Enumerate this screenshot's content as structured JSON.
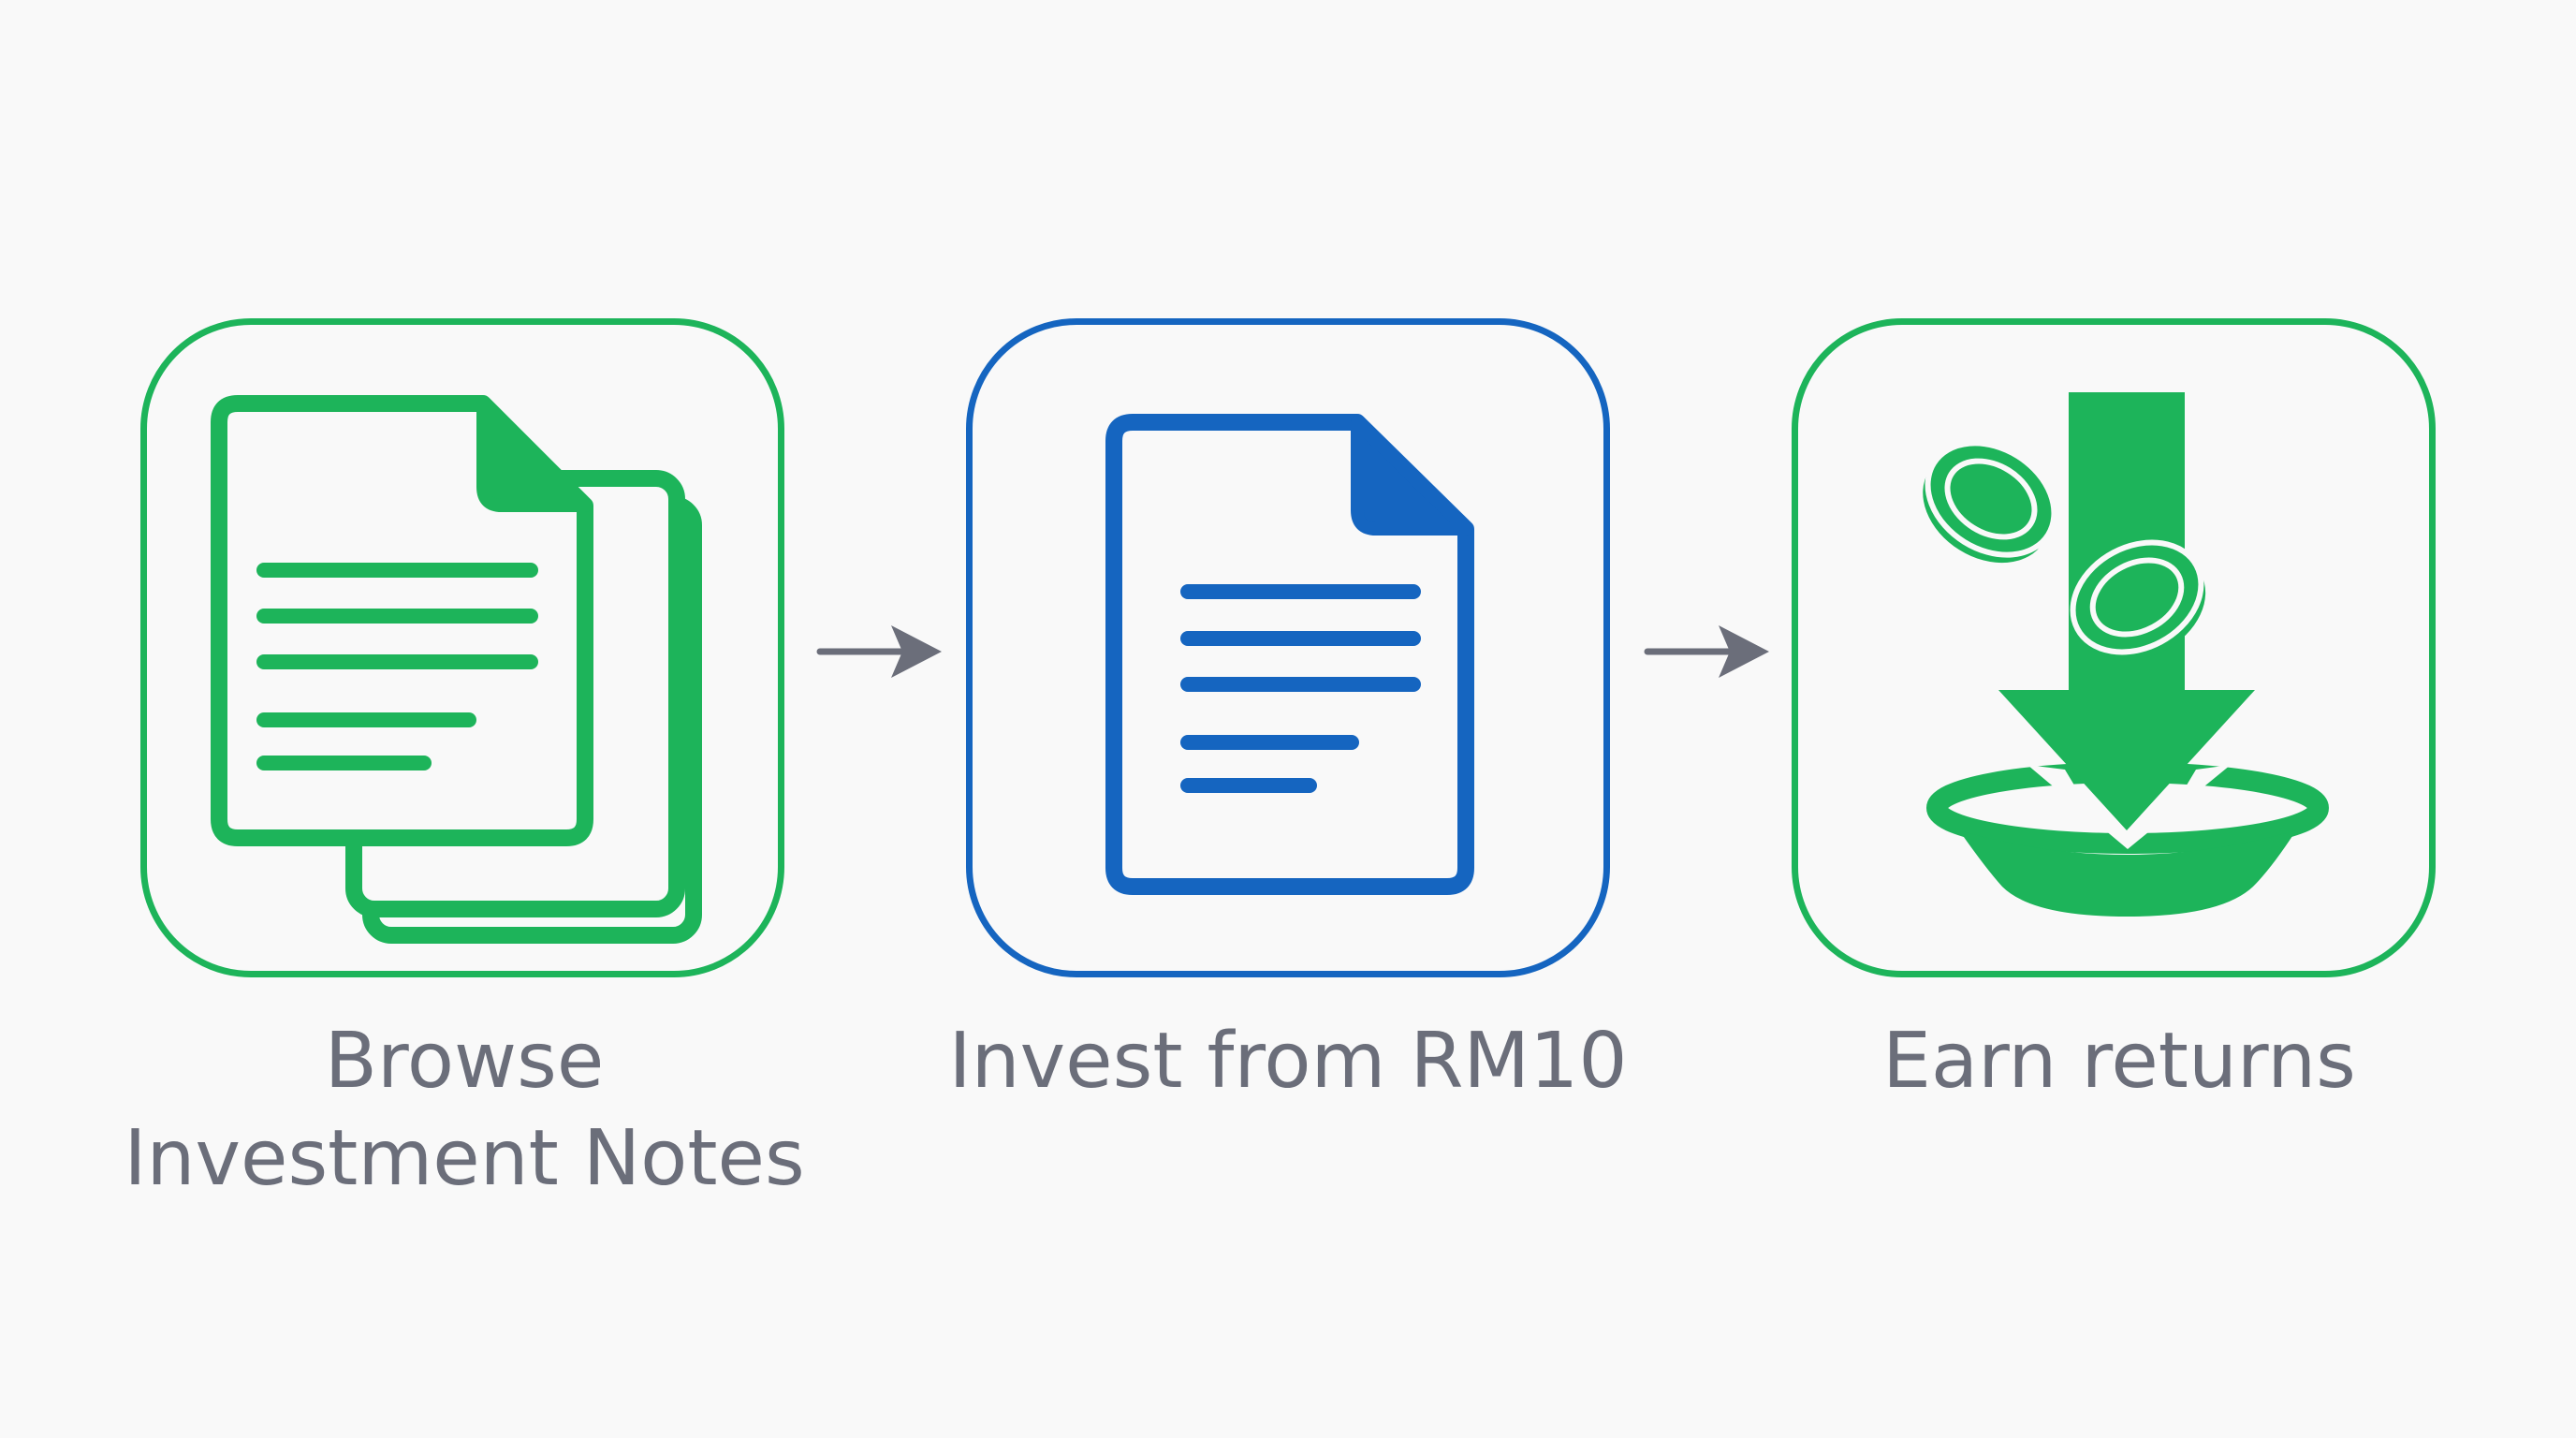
{
  "colors": {
    "green": "#1db45a",
    "blue": "#1565c0",
    "arrow": "#6b6e7a",
    "caption": "#6b6e7a",
    "background": "#f9f9f9"
  },
  "steps": [
    {
      "icon": "stacked-documents-icon",
      "accent": "#1db45a",
      "caption_lines": [
        "Browse",
        "Investment Notes"
      ]
    },
    {
      "icon": "document-icon",
      "accent": "#1565c0",
      "caption_lines": [
        "Invest from RM10"
      ]
    },
    {
      "icon": "coins-into-bowl-icon",
      "accent": "#1db45a",
      "caption_lines": [
        "Earn returns"
      ]
    }
  ],
  "connectors": [
    "arrow-right-icon",
    "arrow-right-icon"
  ]
}
